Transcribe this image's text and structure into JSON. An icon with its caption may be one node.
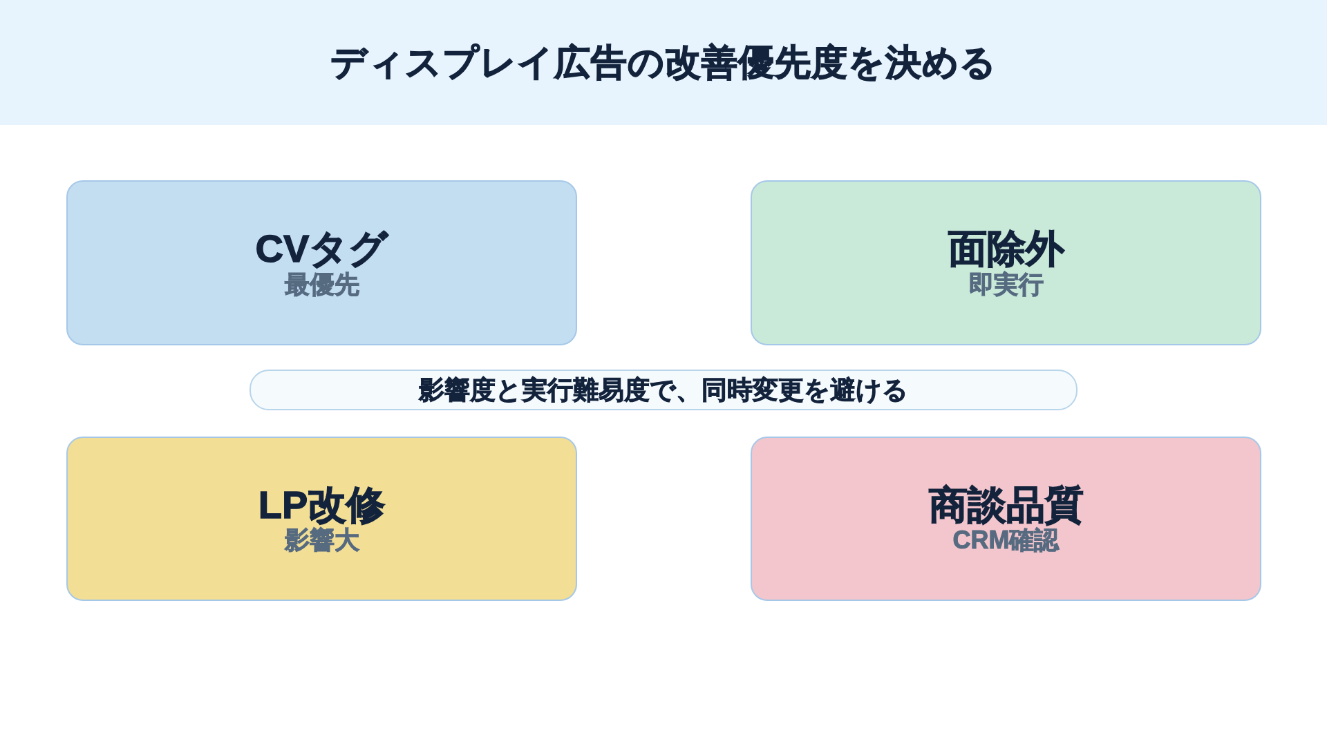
{
  "diagram": {
    "title": "ディスプレイ広告の改善優先度を決める",
    "nodes": [
      {
        "text": [
          "CVタグ",
          "最優先"
        ]
      },
      {
        "text": [
          "面除外",
          "即実行"
        ]
      },
      {
        "text": [
          "影響度と実行難易度で、同時変更を避ける"
        ]
      },
      {
        "text": [
          "LP改修",
          "影響大"
        ]
      },
      {
        "text": [
          "商談品質",
          "CRM確認"
        ]
      }
    ]
  }
}
